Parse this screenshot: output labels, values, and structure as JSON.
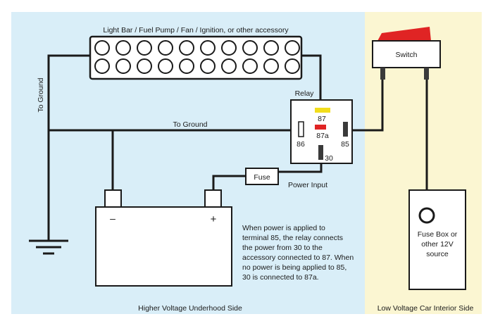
{
  "colors": {
    "high_side_bg": "#d9eef8",
    "low_side_bg": "#fbf6d2",
    "wire": "#1a1a1a",
    "pin_87": "#f2dd1c",
    "pin_87a": "#e02424",
    "switch_rocker": "#e02424",
    "terminal_dark": "#3a3a3a"
  },
  "labels": {
    "accessory": "Light Bar / Fuel Pump / Fan / Ignition, or other accessory",
    "to_ground_vertical": "To Ground",
    "to_ground_horizontal": "To Ground",
    "relay": "Relay",
    "pin_87": "87",
    "pin_87a": "87a",
    "pin_86": "86",
    "pin_85": "85",
    "pin_30": "30",
    "fuse": "Fuse",
    "power_input": "Power Input",
    "switch": "Switch",
    "battery_minus": "–",
    "battery_plus": "+",
    "fuse_box_line1": "Fuse Box or",
    "fuse_box_line2": "other 12V",
    "fuse_box_line3": "source",
    "high_side": "Higher Voltage Underhood Side",
    "low_side": "Low Voltage Car Interior Side"
  },
  "note_lines": [
    "When power is applied to",
    "terminal 85, the relay connects",
    "the power from 30 to the",
    "accessory connected to 87. When",
    "no power is being applied to 85,",
    "30 is connected to 87a."
  ],
  "light_bar": {
    "rows": 2,
    "columns": 10
  }
}
